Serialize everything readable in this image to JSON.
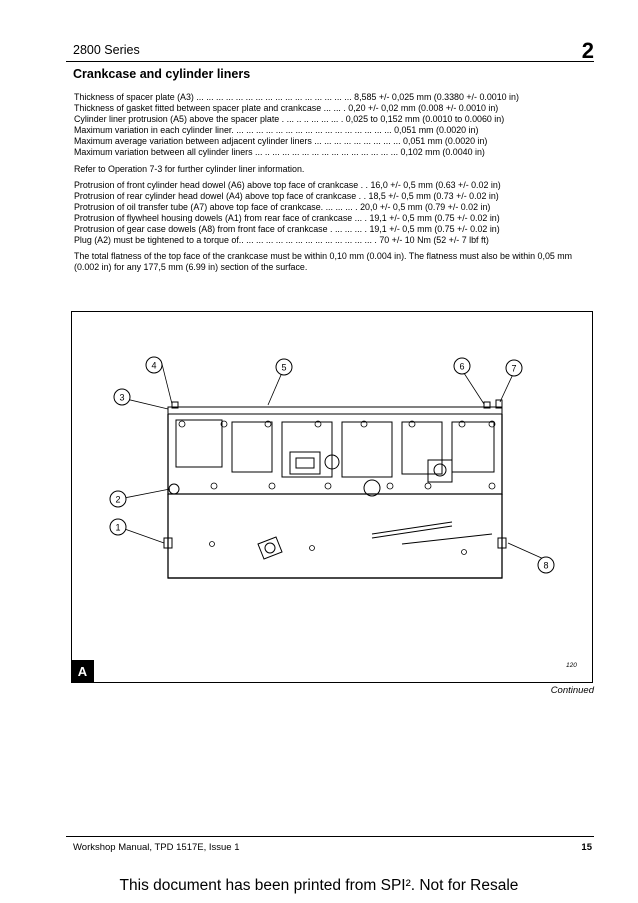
{
  "header": {
    "series": "2800 Series",
    "chapter": "2",
    "section_title": "Crankcase and cylinder liners"
  },
  "specs": {
    "block1": [
      "Thickness of spacer plate (A3) ... ... ... ... ... ... ... ... ... ... ... ... ... ... ... ... 8,585 +/- 0,025 mm (0.3380 +/- 0.0010 in)",
      "Thickness of gasket fitted between spacer plate and crankcase ... ... . 0,20 +/- 0,02 mm (0.008 +/- 0.0010 in)",
      "Cylinder liner protrusion (A5) above the spacer plate . ... .. .. ... ... ... . 0,025 to 0,152 mm (0.0010 to 0.0060 in)",
      "Maximum variation in each cylinder liner. ... ... ... ... ... ... ... ... ... ... ... ... ... ... ... ... 0,051 mm (0.0020 in)",
      "Maximum average variation between adjacent cylinder liners ... ... ... ... ... ... ... ... ... 0,051 mm (0.0020 in)",
      "Maximum variation between all cylinder liners ... .. ... ... ... ... ... ... ... ... ... ... ... ... ... 0,102 mm (0.0040 in)"
    ],
    "refer": "Refer to Operation 7-3 for further cylinder liner information.",
    "block2": [
      "Protrusion of front cylinder head dowel (A6) above top face of crankcase . . 16,0 +/- 0,5 mm (0.63 +/- 0.02 in)",
      "Protrusion of rear cylinder head dowel (A4) above top face of crankcase . . 18,5 +/- 0,5 mm (0.73 +/- 0.02 in)",
      "Protrusion of oil transfer tube (A7) above top face of crankcase. ... ... ... . 20,0 +/- 0,5 mm (0.79 +/- 0.02 in)",
      "Protrusion of flywheel housing dowels (A1) from rear face of crankcase ... . 19,1 +/- 0,5 mm (0.75 +/- 0.02 in)",
      "Protrusion of gear case dowels (A8) from front face of crankcase . ... ... ... . 19,1 +/- 0,5 mm (0.75 +/- 0.02 in)",
      "Plug (A2) must be tightened to a torque of.. ... ... ... ... ... ... ... ... ... ... ... ... ... . 70 +/- 10 Nm (52 +/- 7 lbf ft)"
    ],
    "flatness": "The total flatness of the top face of the crankcase must be within 0,10 mm (0.004 in). The flatness must also be within 0,05 mm (0.002 in) for any 177,5 mm (6.99 in) section of the surface."
  },
  "figure": {
    "letter": "A",
    "code": "120",
    "callouts": [
      "1",
      "2",
      "3",
      "4",
      "5",
      "6",
      "7",
      "8"
    ]
  },
  "continued": "Continued",
  "footer": {
    "manual": "Workshop Manual, TPD 1517E, Issue 1",
    "page": "15"
  },
  "banner": "This document has been printed from SPI². Not for Resale"
}
